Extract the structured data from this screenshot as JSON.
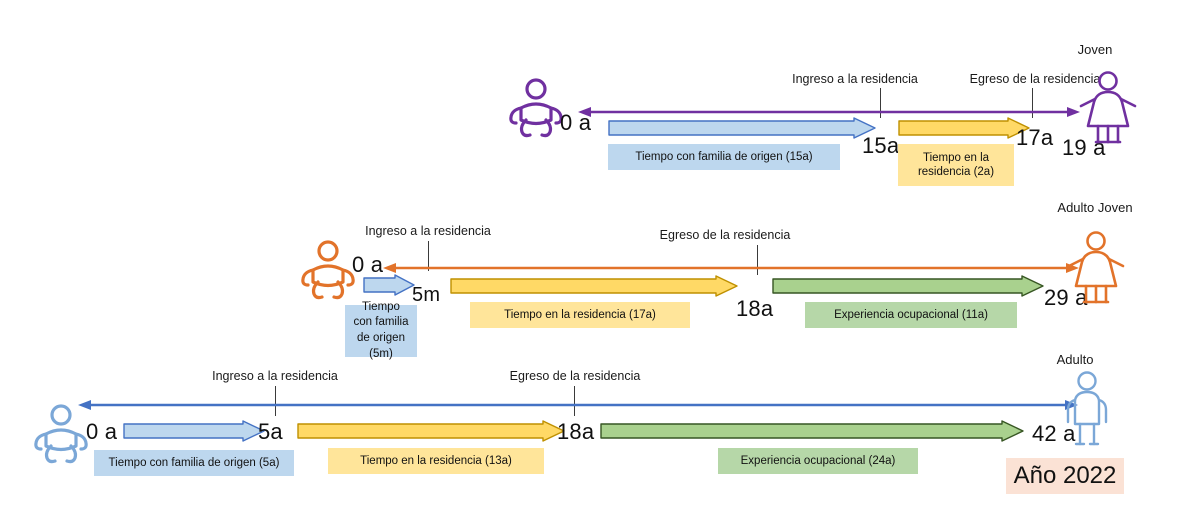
{
  "diagram": {
    "title_note": "Año 2022",
    "common_labels": {
      "ingreso": "Ingreso a la residencia",
      "egreso": "Egreso de la residencia",
      "start_age": "0 a"
    },
    "colors": {
      "row1_axis": "#7030a0",
      "row2_axis": "#e2732a",
      "row3_axis": "#4472c4",
      "family_fill": "#bdd7ee",
      "family_stroke": "#4472c4",
      "residence_fill": "#ffd966",
      "residence_stroke": "#bf9000",
      "occupational_fill": "#a9d18e",
      "occupational_stroke": "#375623",
      "year_box": "#fbe2d5"
    },
    "rows": [
      {
        "id": "row-joven",
        "stage_label": "Joven",
        "person_icon": "young-woman-icon",
        "baby_icon": "baby-icon",
        "axis_color": "#7030a0",
        "start_age": "0 a",
        "end_age": "19 a",
        "ticks": [
          {
            "label": "Ingreso a la residencia",
            "age": "15a"
          },
          {
            "label": "Egreso de la residencia",
            "age": "17a"
          }
        ],
        "bars": [
          {
            "kind": "family",
            "caption": "Tiempo con familia de origen (15a)"
          },
          {
            "kind": "residence",
            "caption": "Tiempo en la residencia (2a)"
          }
        ]
      },
      {
        "id": "row-adulto-joven",
        "stage_label": "Adulto Joven",
        "person_icon": "young-adult-woman-icon",
        "baby_icon": "baby-icon",
        "axis_color": "#e2732a",
        "start_age": "0 a",
        "end_age": "29 a",
        "ticks": [
          {
            "label": "Ingreso a la residencia",
            "age": "5m"
          },
          {
            "label": "Egreso de la residencia",
            "age": "18a"
          }
        ],
        "bars": [
          {
            "kind": "family",
            "caption": "Tiempo con familia de origen (5m)"
          },
          {
            "kind": "residence",
            "caption": "Tiempo en la residencia (17a)"
          },
          {
            "kind": "occupational",
            "caption": "Experiencia ocupacional (11a)"
          }
        ]
      },
      {
        "id": "row-adulto",
        "stage_label": "Adulto",
        "person_icon": "adult-person-icon",
        "baby_icon": "baby-icon",
        "axis_color": "#4472c4",
        "start_age": "0 a",
        "end_age": "42 a",
        "ticks": [
          {
            "label": "Ingreso a la residencia",
            "age": "5a"
          },
          {
            "label": "Egreso de la residencia",
            "age": "18a"
          }
        ],
        "bars": [
          {
            "kind": "family",
            "caption": "Tiempo con familia de origen (5a)"
          },
          {
            "kind": "residence",
            "caption": "Tiempo en la residencia (13a)"
          },
          {
            "kind": "occupational",
            "caption": "Experiencia ocupacional (24a)"
          }
        ]
      }
    ]
  }
}
